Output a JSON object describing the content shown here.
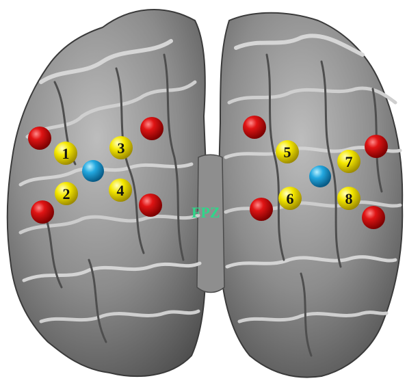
{
  "colors": {
    "cortex": "#8a8a8a",
    "cortex_dark": "#4a4a4a",
    "cortex_light": "#d0d0d0",
    "source": "#d40f0f",
    "detector": "#f2e600",
    "midpoint": "#23a8e0",
    "reference_label": "#2fd68a"
  },
  "reference": {
    "label": "FPZ"
  },
  "channels": [
    {
      "label": "1"
    },
    {
      "label": "2"
    },
    {
      "label": "3"
    },
    {
      "label": "4"
    },
    {
      "label": "5"
    },
    {
      "label": "6"
    },
    {
      "label": "7"
    },
    {
      "label": "8"
    }
  ]
}
